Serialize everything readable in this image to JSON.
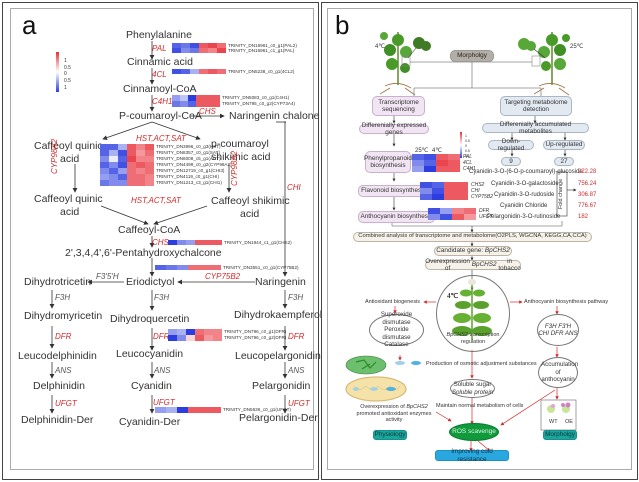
{
  "panel_a": {
    "label": "a",
    "legend": {
      "ticks": [
        "1",
        "0.5",
        "0",
        "0.5",
        "1"
      ],
      "colors": {
        "high": "#e8303a",
        "mid": "#ffffff",
        "low": "#2b3de0"
      }
    },
    "compounds": {
      "phenylalanine": "Phenylalanine",
      "cinnamic_acid": "Cinnamic acid",
      "cinnamoyl_coa": "Cinnamoyl-CoA",
      "p_coumaroyl_coa": "P-coumaroyl-CoA",
      "naringenin_chalone": "Naringenin chalone",
      "caffeoyl_quinic_acid_1": "Caffeoyl  quinic",
      "caffeoyl_quinic_acid_1b": "acid",
      "p_coumaroyl_shikimic": "p-coumaroyl",
      "p_coumaroyl_shikimic_b": "shikimic acid",
      "caffeoyl_quinic_acid_2": "Caffeoyl  quinic",
      "caffeoyl_quinic_acid_2b": "acid",
      "caffeoyl_shikimic": "Caffeoyl  shikimic",
      "caffeoyl_shikimic_b": "acid",
      "caffeoyl_coa": "Caffeoyl-CoA",
      "pentahydroxychalcone": "2',3,4,4',6'-Pentahydroxychalcone",
      "dihydrotricetin": "Dihydrotricetin",
      "eriodictyol": "Eriodictyol",
      "naringenin": "Naringenin",
      "dihydromyricetin": "Dihydromyricetin",
      "dihydroquercetin": "Dihydroquercetin",
      "dihydrokaempferol": "Dihydrokaempferol",
      "leucodelphinidin": "Leucodelphinidin",
      "leucocyanidin": "Leucocyanidin",
      "leucopelargonidin": "Leucopelargonidin",
      "delphinidin": "Delphinidin",
      "cyanidin": "Cyanidin",
      "pelargonidin": "Pelargonidin",
      "delphinidin_der": "Delphinidin-Der",
      "cyanidin_der": "Cyanidin-Der",
      "pelargonidin_der": "Pelargonidin-Der"
    },
    "enzymes": {
      "pal": "PAL",
      "4cl": "4CL",
      "c4h1": "C4H1",
      "chs_top": "CHS",
      "hst_top": "HST,ACT,SAT",
      "hst_bottom": "HST,ACT,SAT",
      "cyp98a2_left": "CYP98A2",
      "cyp98a2_right": "CYP98A2",
      "chi": "CHI",
      "chs_mid": "CHS",
      "cyp75b2": "CYP75B2",
      "f35h": "F3'5'H",
      "f3h_1": "F3H",
      "f3h_2": "F3H",
      "f3h_3": "F3H",
      "dfr_1": "DFR",
      "dfr_2": "DFR",
      "dfr_3": "DFR",
      "ans_1": "ANS",
      "ans_2": "ANS",
      "ans_3": "ANS",
      "ufgt_1": "UFGT",
      "ufgt_2": "UFGT",
      "ufgt_3": "UFGT"
    },
    "heatmaps": [
      {
        "id": "pal",
        "genes": [
          "TRINITY_DN16961_c0_g1(PAL2)",
          "TRINITY_DN16961_c1_g1(PAL)"
        ],
        "values": [
          [
            -0.8,
            -0.7,
            -0.9,
            0.8,
            0.9,
            0.7
          ],
          [
            -0.9,
            -0.6,
            -0.7,
            0.7,
            0.6,
            0.9
          ]
        ]
      },
      {
        "id": "4cl",
        "genes": [
          "TRINITY_DN5238_c0_g1(4CL2)"
        ],
        "values": [
          [
            -0.9,
            -0.8,
            -0.4,
            0.7,
            0.8,
            0.7
          ]
        ]
      },
      {
        "id": "c4h",
        "genes": [
          "TRINITY_DN5083_c0_g1(C4H1)",
          "TRINITY_DN795_c0_g2(CYP73A4)"
        ],
        "values": [
          [
            -0.5,
            -0.3,
            -1.0,
            0.8,
            0.8,
            0.8
          ],
          [
            -0.7,
            -0.6,
            -0.8,
            0.8,
            0.8,
            0.8
          ]
        ]
      },
      {
        "id": "hst",
        "genes": [
          "TRINITY_DN3996_c0_g3(HST)",
          "TRINITY_DN8357_c0_g1(SAT)",
          "TRINITY_DN6008_c5_g1(ACT)",
          "TRINITY_DN4499_c0_g2(CYP98A2)",
          "TRINITY_DN12719_c0_g1(CHI3)",
          "TRINITY_DN4119_c0_g1(CHI)",
          "TRINITY_DN1213_c3_g1(CHI1)"
        ],
        "values": [
          [
            -0.8,
            -0.8,
            -0.4,
            0.8,
            0.6,
            0.8
          ],
          [
            -0.8,
            -0.4,
            -0.9,
            0.8,
            0.5,
            0.7
          ],
          [
            -0.6,
            -0.1,
            -0.8,
            0.9,
            0.6,
            0.6
          ],
          [
            -0.8,
            -0.6,
            -0.9,
            0.7,
            0.8,
            0.7
          ],
          [
            -0.6,
            -0.8,
            -0.5,
            0.7,
            0.6,
            0.7
          ],
          [
            -0.5,
            -0.6,
            -0.8,
            0.7,
            0.7,
            0.6
          ],
          [
            -0.7,
            -0.6,
            -0.6,
            0.7,
            0.7,
            0.6
          ]
        ]
      },
      {
        "id": "chs",
        "genes": [
          "TRINITY_DN1944_c1_g1(CHS2)"
        ],
        "values": [
          [
            -1.0,
            -0.6,
            -0.5,
            0.8,
            0.8,
            0.8
          ]
        ]
      },
      {
        "id": "cyp75b2",
        "genes": [
          "TRINITY_DN3551_c0_g1(CYP75B2)"
        ],
        "values": [
          [
            -0.8,
            -0.7,
            -0.6,
            0.7,
            0.7,
            0.7
          ]
        ]
      },
      {
        "id": "dfr",
        "genes": [
          "TRINITY_DN796_c0_g1(DFR)",
          "TRINITY_DN796_c0_g2(DFR)"
        ],
        "values": [
          [
            -0.5,
            -0.4,
            -1.0,
            0.7,
            0.6,
            0.6
          ],
          [
            -1.0,
            -0.6,
            0.2,
            0.8,
            0.5,
            0.6
          ]
        ]
      },
      {
        "id": "ufgt",
        "genes": [
          "TRINITY_DN5636_c0_g1(UFGT)"
        ],
        "values": [
          [
            -0.5,
            -0.4,
            -1.0,
            0.8,
            0.8,
            0.8
          ]
        ]
      }
    ]
  },
  "panel_b": {
    "label": "b",
    "temp_cold": "4℃",
    "temp_warm": "25℃",
    "morphology_top": "Morpholgy",
    "transcriptome": "Transcriptome sequencing",
    "metabolome": "Targeting metabolome detection",
    "deg": "Differenially expressed genes",
    "dam": "Differenially accumulated metabolites",
    "down": "Down-regulated",
    "up": "Up-regulated",
    "down_count": "9",
    "up_count": "27",
    "heat_col_warm": "25℃",
    "heat_col_cold": "4℃",
    "legend_ticks": [
      "1",
      "0.5",
      "0",
      "0.5",
      "1"
    ],
    "pathways": [
      {
        "name": "Phenylpropanoid biosynthesis",
        "genes": [
          "PAL",
          "4CL",
          "C4H1"
        ],
        "values": [
          [
            -0.8,
            -0.9,
            0.8,
            0.7
          ],
          [
            -0.6,
            -0.8,
            0.9,
            0.8
          ],
          [
            -0.5,
            -1.0,
            0.8,
            0.8
          ]
        ]
      },
      {
        "name": "Flavonoid biosynthesis",
        "genes": [
          "CHS2",
          "CHI",
          "CYP75B2"
        ],
        "values": [
          [
            -0.9,
            -0.8,
            0.8,
            0.8
          ],
          [
            -0.6,
            -0.9,
            0.8,
            0.8
          ],
          [
            -0.8,
            -1.0,
            0.8,
            0.8
          ]
        ]
      },
      {
        "name": "Anthocyanin biosynthesis",
        "genes": [
          "DFR",
          "UFGT"
        ],
        "values": [
          [
            -0.9,
            -0.5,
            0.6,
            0.7
          ],
          [
            -0.6,
            -0.9,
            0.8,
            0.5
          ]
        ]
      }
    ],
    "metabolites": [
      {
        "name": "Cyanidin-3-O-(6-O-p-coumaroyl)-glucoside",
        "fold": "222.28"
      },
      {
        "name": "Cyanidin-3-O-galactoside",
        "fold": "756.24"
      },
      {
        "name": "Cyanidin-3-O-rudoside",
        "fold": "306.87"
      },
      {
        "name": "Cyanidin Chloride",
        "fold": "776.67"
      },
      {
        "name": "Pelargonidin-3-O-rutinoside",
        "fold": "182"
      }
    ],
    "fold_change": "Fold change",
    "combined": "Combined analysis of transcriptome and metabolome(O2PLS, WGCNA, KEGG,CA,CCA)",
    "candidate_prefix": "Candidate gene: ",
    "candidate_gene": "BpCHS2",
    "overexp_prefix": "Overexpression of ",
    "overexp_gene": "BpCHS2",
    "overexp_suffix": " in tobacco",
    "circle_temp": "4℃",
    "circle_label_gene": "BpCHS2",
    "circle_label_rest": " transcription regulation",
    "antioxidant": "Antioxidant biogenesis",
    "anthocyanin_path": "Anthocyanin biosynthesis pathway",
    "enzymes_ellipse": [
      "Superoxide dismutase",
      "Peroxide dismutase",
      "Catalase"
    ],
    "genes_ellipse": [
      "F3H F3'H",
      "CHI DFR ANS"
    ],
    "osmotic": "Production of osmotic adjustment substances",
    "soluble": [
      "Soluble sugar",
      "Soluble protein"
    ],
    "accum": "Accumulation of anthocyanin",
    "wt": "WT",
    "oe": "OE",
    "overexp_note_prefix": "Overexpression of ",
    "overexp_note_gene": "BpCHS2",
    "overexp_note_suffix": " promoted antioxidant enzymes activity",
    "maintain": "Maintain normal metabolism of cells",
    "ros": "ROS scavenge",
    "physiology": "Physiology",
    "morphology_bottom": "Morpholgy",
    "improving": "Improving  cold resistance"
  }
}
